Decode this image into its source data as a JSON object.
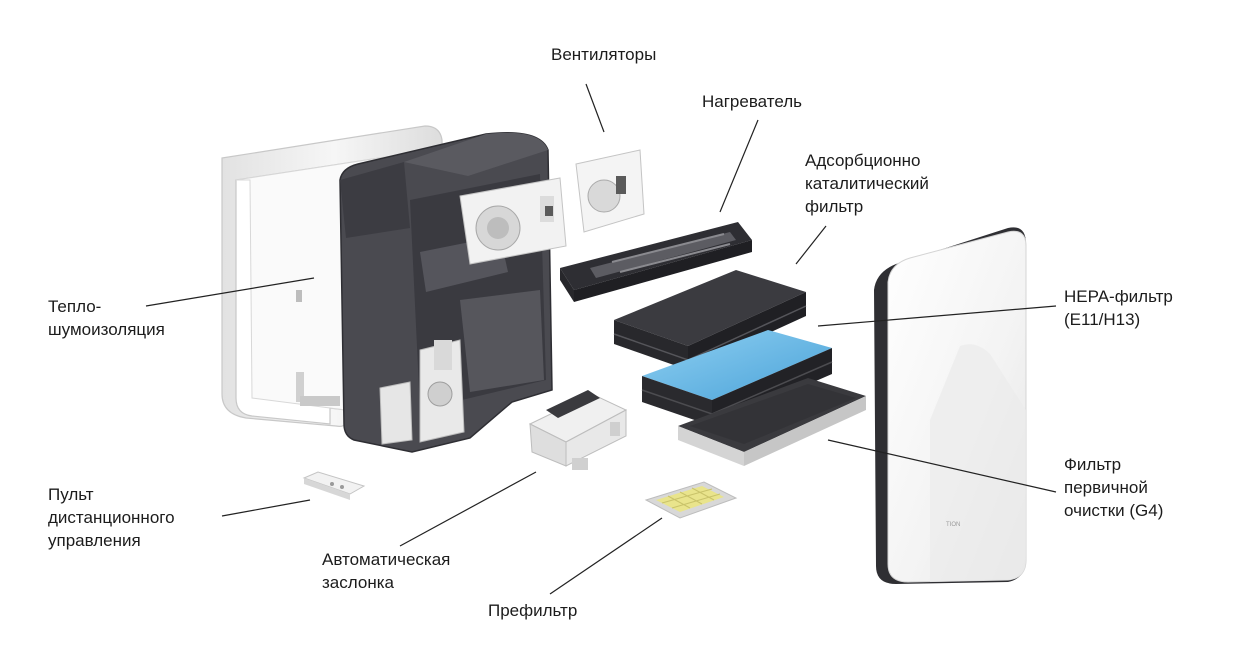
{
  "labels": {
    "fans": [
      "Вентиляторы"
    ],
    "heater": [
      "Нагреватель"
    ],
    "adsorption_filter": [
      "Адсорбционно",
      "каталитический",
      "фильтр"
    ],
    "hepa_filter": [
      "HEPA-фильтр",
      "(E11/H13)"
    ],
    "insulation": [
      "Тепло-",
      "шумоизоляция"
    ],
    "remote": [
      "Пульт",
      "дистанционного",
      "управления"
    ],
    "damper": [
      "Автоматическая",
      "заслонка"
    ],
    "prefilter": [
      "Префильтр"
    ],
    "coarse_filter": [
      "Фильтр",
      "первичной",
      "очистки (G4)"
    ]
  },
  "brand_mark": "TION",
  "colors": {
    "housing": "#4a4a50",
    "housing_dark": "#2e2e33",
    "shell": "#f1f1f1",
    "filter_dark": "#3a3a3e",
    "hepa_blue": "#62b4e4",
    "prefilter_yellow": "#e9e48c",
    "leader_line": "#222222"
  }
}
